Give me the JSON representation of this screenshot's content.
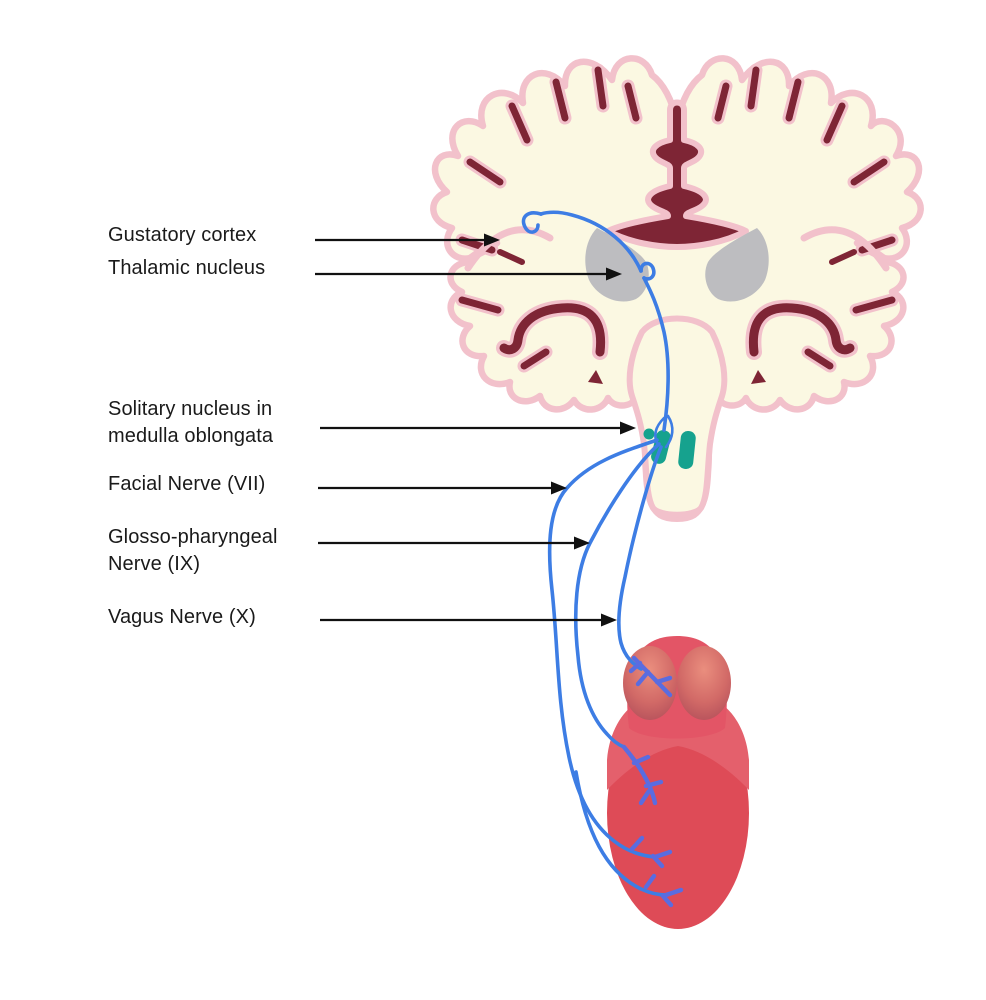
{
  "labels": [
    {
      "id": "gustatory-cortex",
      "text": "Gustatory cortex"
    },
    {
      "id": "thalamic-nucleus",
      "text": "Thalamic nucleus"
    },
    {
      "id": "solitary-nucleus",
      "text": "Solitary nucleus in\nmedulla oblongata"
    },
    {
      "id": "facial-nerve",
      "text": "Facial Nerve (VII)"
    },
    {
      "id": "glossopharyngeal-nerve",
      "text": "Glosso-pharyngeal\nNerve (IX)"
    },
    {
      "id": "vagus-nerve",
      "text": "Vagus Nerve (X)"
    }
  ],
  "colors": {
    "brain_fill": "#FBF8E2",
    "brain_outline": "#F2C1CB",
    "sulci": "#7E2535",
    "thalamus": "#BDBDC0",
    "pathway_blue": "#3D7DE4",
    "nerve_branch_blue": "#5A6CE0",
    "nucleus_teal": "#16A28E",
    "tongue_red": "#DE4B57",
    "tongue_light": "#E4606C",
    "tongue_root": "#E35566",
    "papilla_light": "#EA8E7E",
    "papilla_mid": "#D26A67",
    "papilla_dark": "#AE4B58",
    "arrow": "#111111",
    "label_text": "#1A1A1A"
  }
}
